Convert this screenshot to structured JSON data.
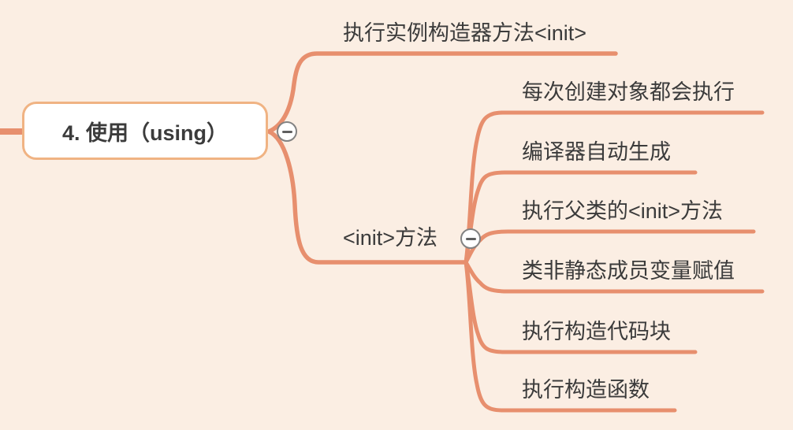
{
  "root": {
    "label": "4. 使用（using）"
  },
  "branches": [
    {
      "label": "执行实例构造器方法<init>"
    },
    {
      "label": "<init>方法",
      "children": [
        {
          "label": "每次创建对象都会执行"
        },
        {
          "label": "编译器自动生成"
        },
        {
          "label": "执行父类的<init>方法"
        },
        {
          "label": "类非静态成员变量赋值"
        },
        {
          "label": "执行构造代码块"
        },
        {
          "label": "执行构造函数"
        }
      ]
    }
  ],
  "icons": {
    "root_collapse": "minus-icon",
    "init_collapse": "minus-icon"
  },
  "colors": {
    "background": "#FBEEE3",
    "branch_line": "#E78F6E",
    "root_border": "#F0B383",
    "root_fill": "#FFFFFF",
    "text": "#3B3B3B",
    "collapse_button_border": "#828282"
  }
}
